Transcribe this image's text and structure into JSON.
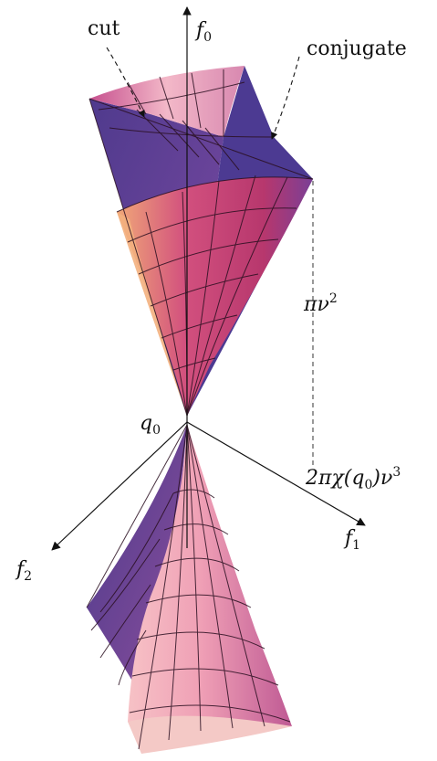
{
  "labels": {
    "cut": "cut",
    "conjugate": "conjugate",
    "f0": {
      "base": "f",
      "sub": "0"
    },
    "f1": {
      "base": "f",
      "sub": "1"
    },
    "f2": {
      "base": "f",
      "sub": "2"
    },
    "q0": {
      "base": "q",
      "sub": "0"
    },
    "pi_nu_sq": {
      "base": "πν",
      "sup": "2"
    },
    "two_pi_chi": {
      "pre": "2πχ(",
      "q": "q",
      "qsub": "0",
      "post": ")ν",
      "sup": "3"
    }
  },
  "colors": {
    "magenta": "#c7407a",
    "pink": "#f2a6b8",
    "purple": "#5a3a8f",
    "orange": "#f0a878",
    "mesh": "#2a0f20"
  }
}
